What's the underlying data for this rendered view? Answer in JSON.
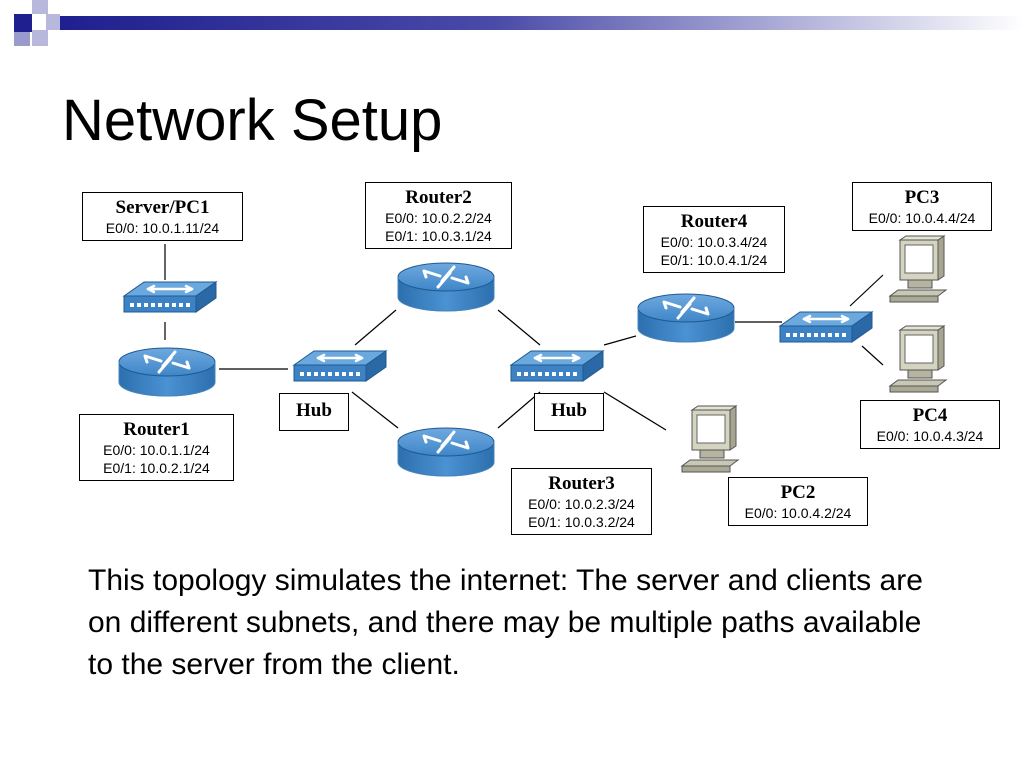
{
  "slide": {
    "title": "Network Setup",
    "caption": "This topology simulates the internet: The server and clients are on different subnets, and there may be multiple paths available to the server from the client.",
    "accent_color": "#1f1f8f"
  },
  "nodes": {
    "server": {
      "name": "Server/PC1",
      "lines": [
        "E0/0: 10.0.1.11/24"
      ]
    },
    "router1": {
      "name": "Router1",
      "lines": [
        "E0/0: 10.0.1.1/24",
        "E0/1: 10.0.2.1/24"
      ]
    },
    "router2": {
      "name": "Router2",
      "lines": [
        "E0/0: 10.0.2.2/24",
        "E0/1: 10.0.3.1/24"
      ]
    },
    "router3": {
      "name": "Router3",
      "lines": [
        "E0/0: 10.0.2.3/24",
        "E0/1: 10.0.3.2/24"
      ]
    },
    "router4": {
      "name": "Router4",
      "lines": [
        "E0/0: 10.0.3.4/24",
        "E0/1: 10.0.4.1/24"
      ]
    },
    "pc2": {
      "name": "PC2",
      "lines": [
        "E0/0: 10.0.4.2/24"
      ]
    },
    "pc3": {
      "name": "PC3",
      "lines": [
        "E0/0: 10.0.4.4/24"
      ]
    },
    "pc4": {
      "name": "PC4",
      "lines": [
        "E0/0: 10.0.4.3/24"
      ]
    },
    "hub1": {
      "name": "Hub"
    },
    "hub2": {
      "name": "Hub"
    }
  }
}
